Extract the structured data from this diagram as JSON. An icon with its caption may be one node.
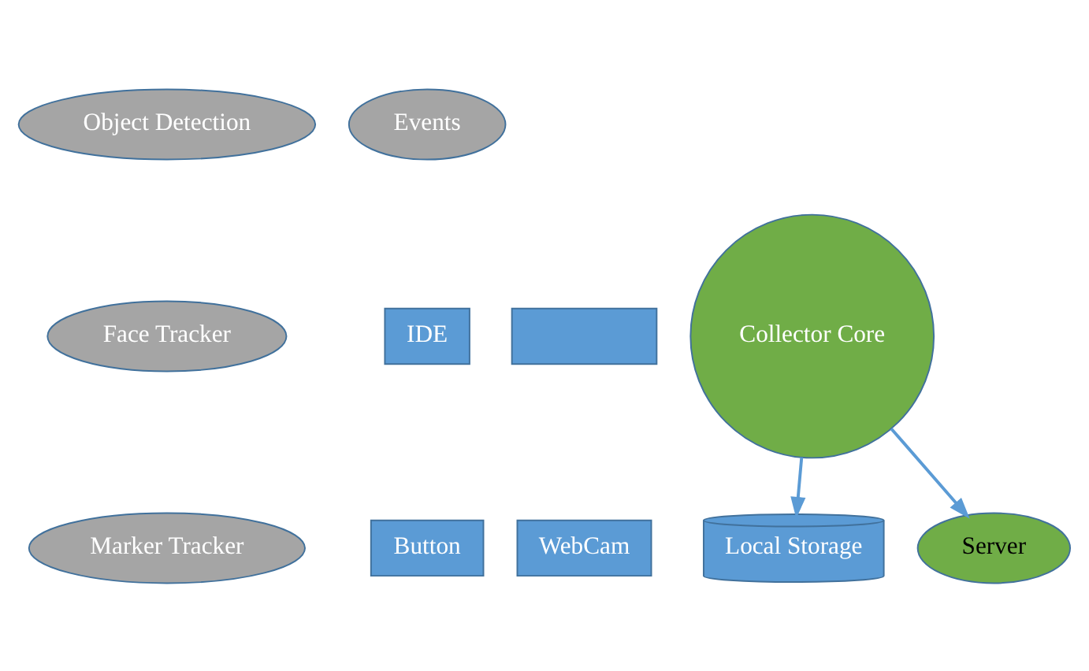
{
  "diagram": {
    "nodes": [
      {
        "text": [
          "Object Detection"
        ]
      },
      {
        "text": [
          "Events"
        ]
      },
      {
        "text": [],
        "shape": "box"
      },
      {
        "text": [
          "IDE"
        ]
      },
      {
        "text": [
          "Face Tracker"
        ]
      },
      {
        "text": [
          "Collector Core"
        ]
      },
      {
        "text": [
          "WebCam"
        ]
      },
      {
        "text": [
          "Marker Tracker"
        ]
      },
      {
        "text": [
          "Button"
        ]
      },
      {
        "text": [
          "Local Storage"
        ]
      },
      {
        "text": [
          "Server"
        ]
      }
    ],
    "edges": [
      {
        "from": 5,
        "to": 9,
        "arrow": "to"
      },
      {
        "from": 5,
        "to": 10,
        "arrow": "to"
      }
    ]
  }
}
